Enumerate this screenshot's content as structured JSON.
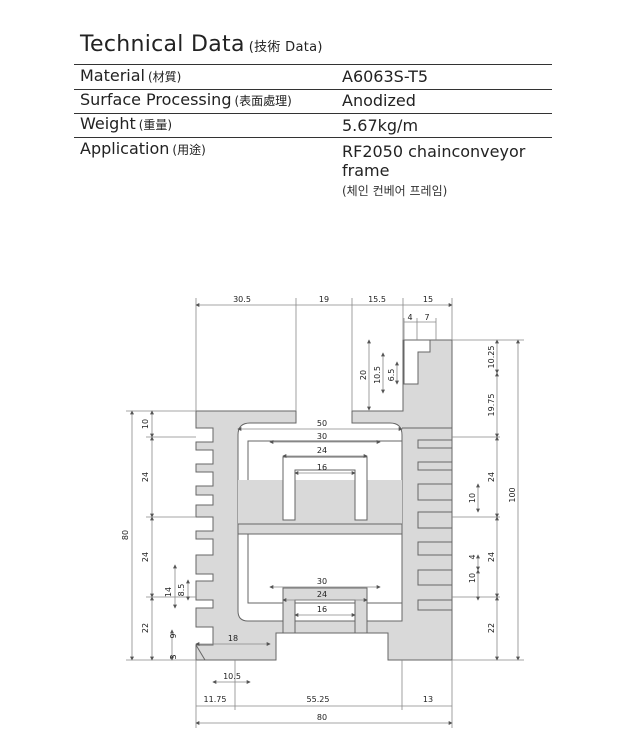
{
  "header": {
    "title": "Technical Data",
    "title_sub": "(技術 Data)"
  },
  "specs": [
    {
      "label": "Material",
      "label_sub": "(材質)",
      "value": "A6063S-T5"
    },
    {
      "label": "Surface Processing",
      "label_sub": "(表面處理)",
      "value": "Anodized"
    },
    {
      "label": "Weight",
      "label_sub": "(重量)",
      "value": "5.67kg/m"
    },
    {
      "label": "Application",
      "label_sub": "(用途)",
      "value_line1": "RF2050 chainconveyor",
      "value_line2": "frame",
      "value_note": "(체인 컨베어 프레임)"
    }
  ],
  "drawing": {
    "profile_fill": "#d9d9d9",
    "line_color": "#666666",
    "dims": {
      "top_30_5": "30.5",
      "top_19": "19",
      "top_15_5": "15.5",
      "top_15": "15",
      "slot_4": "4",
      "slot_7": "7",
      "left_20": "20",
      "left_10_5": "10.5",
      "left_6_5": "6.5",
      "right_10_25": "10.25",
      "right_19_75": "19.75",
      "right_100": "100",
      "inner_50": "50",
      "inner_30a": "30",
      "inner_24a": "24",
      "inner_16a": "16",
      "inner_30b": "30",
      "inner_24b": "24",
      "inner_16b": "16",
      "left_10": "10",
      "left_24a": "24",
      "left_24b": "24",
      "left_80": "80",
      "left_14": "14",
      "left_8_5": "8.5",
      "left_22": "22",
      "left_9": "9",
      "left_3": "3",
      "right_24a": "24",
      "right_10a": "10",
      "right_4": "4",
      "right_24b": "24",
      "right_10b": "10",
      "right_22": "22",
      "bot_18": "18",
      "bot_10_5": "10.5",
      "bot_11_75": "11.75",
      "bot_55_25": "55.25",
      "bot_13": "13",
      "bot_80": "80"
    }
  }
}
